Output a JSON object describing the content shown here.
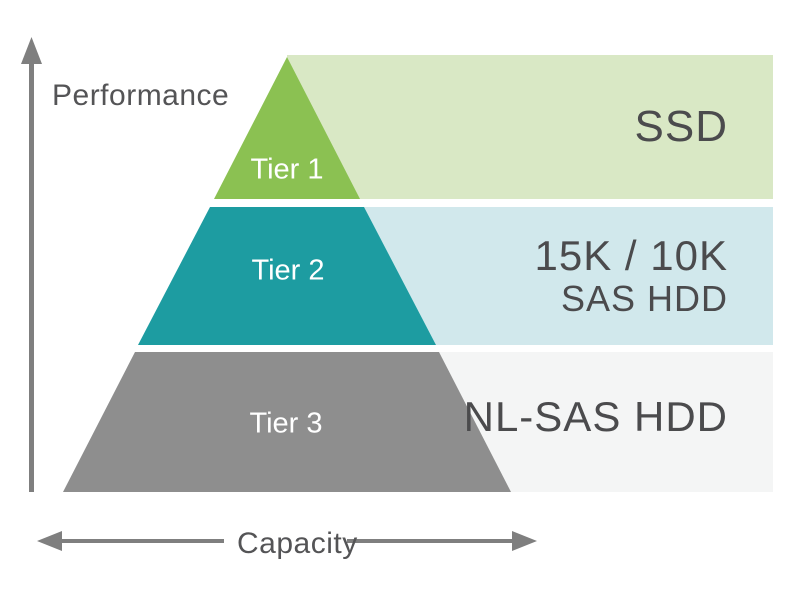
{
  "axes": {
    "performance_label": "Performance",
    "capacity_label": "Capacity"
  },
  "tiers": [
    {
      "label": "Tier 1",
      "media": "SSD"
    },
    {
      "label": "Tier 2",
      "media_line1": "15K / 10K",
      "media_line2": "SAS HDD"
    },
    {
      "label": "Tier 3",
      "media": "NL-SAS HDD"
    }
  ],
  "colors": {
    "tier1_fill": "#8bc152",
    "tier1_band": "#d9e8c5",
    "tier2_fill": "#1d9ca1",
    "tier2_band": "#d1e8ec",
    "tier3_fill": "#8e8e8e",
    "tier3_band": "#f4f5f5",
    "axis": "#7f7f7f",
    "axis_text": "#545456",
    "media_text": "#4b4b4d",
    "tier_text": "#ffffff"
  }
}
